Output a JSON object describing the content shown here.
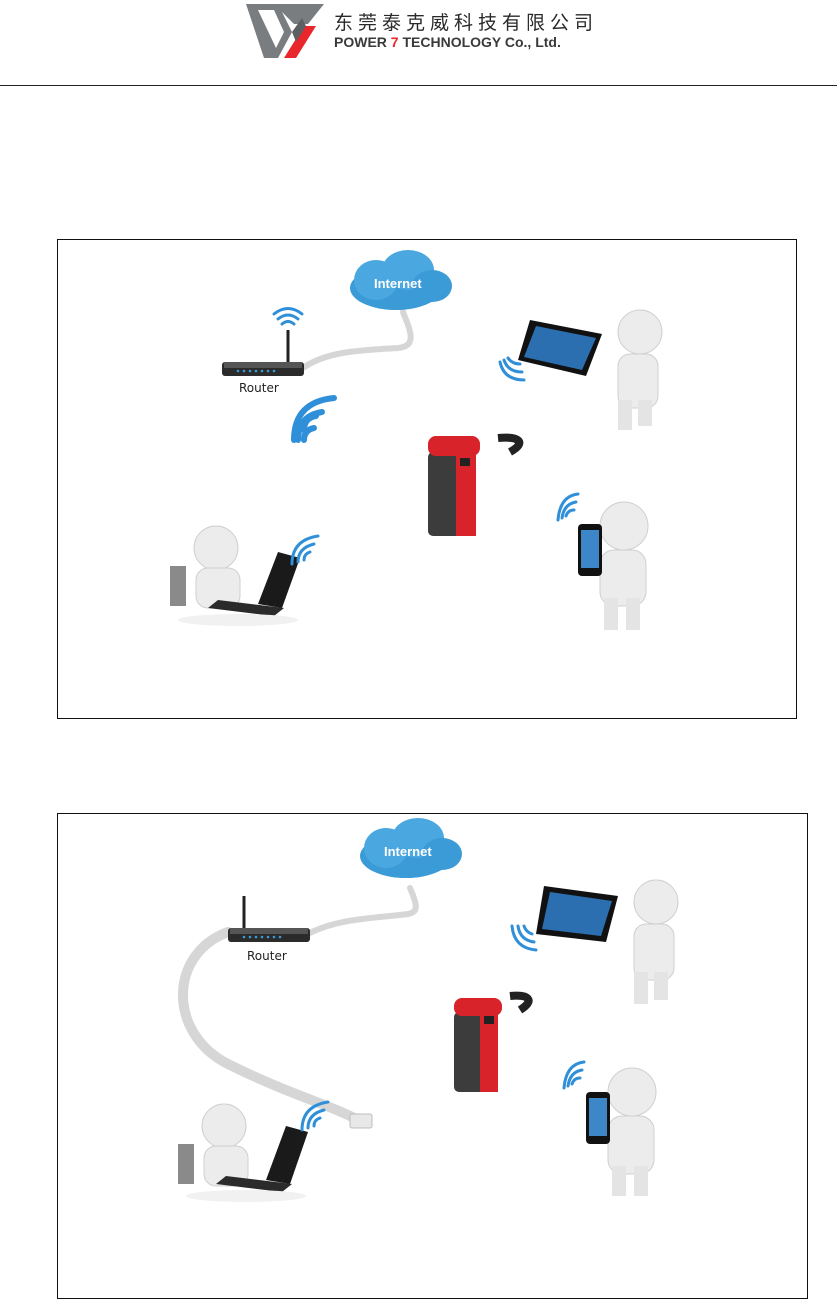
{
  "header": {
    "company_name_cn": "东莞泰克威科技有限公司",
    "company_name_en_prefix": "POWER ",
    "company_name_en_seven": "7",
    "company_name_en_suffix": " TECHNOLOGY Co., Ltd.",
    "colors": {
      "logo_gray": "#7a7d80",
      "logo_red": "#e8262c"
    }
  },
  "diagrams": [
    {
      "labels": {
        "cloud": "Internet",
        "router": "Router"
      },
      "router_link": "wireless"
    },
    {
      "labels": {
        "cloud": "Internet",
        "router": "Router"
      },
      "router_link": "cable"
    }
  ],
  "colors": {
    "cloud": "#3b9bd6",
    "wifi": "#2f8fd8",
    "device_red": "#d8232a",
    "device_body": "#3c3c3c",
    "cable": "#d6d6d6"
  }
}
